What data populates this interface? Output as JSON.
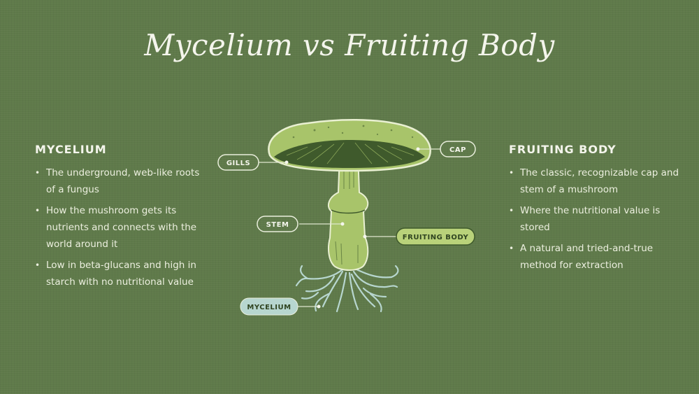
{
  "title": "Mycelium vs Fruiting Body",
  "left": {
    "heading": "MYCELIUM",
    "bullets": [
      "The underground, web-like roots of a fungus",
      "How the mushroom gets its nutrients and connects with the world around it",
      "Low in beta-glucans and high in starch with no nutritional value"
    ]
  },
  "right": {
    "heading": "FRUITING BODY",
    "bullets": [
      "The classic, recognizable cap and stem of a mushroom",
      "Where the nutritional value is stored",
      "A natural and tried-and-true method for extraction"
    ]
  },
  "labels": {
    "gills": "GILLS",
    "cap": "CAP",
    "stem": "STEM",
    "fruiting_body": "FRUITING BODY",
    "mycelium": "MYCELIUM"
  },
  "colors": {
    "background": "#5f7a4a",
    "mushroom_fill": "#a8c46a",
    "mushroom_dark": "#3f5a2c",
    "mycelium": "#b7d6cf",
    "fruiting_pill": "#b9d27a"
  }
}
